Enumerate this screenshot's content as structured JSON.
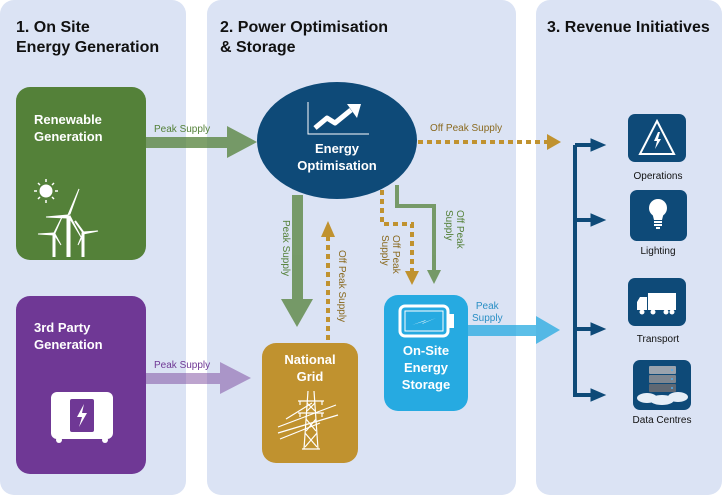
{
  "columns": [
    {
      "title": "1. On Site\nEnergy Generation"
    },
    {
      "title": "2. Power Optimisation\n& Storage"
    },
    {
      "title": "3. Revenue Initiatives"
    }
  ],
  "sources": {
    "renewable": {
      "label": "Renewable\nGeneration",
      "color": "#548139"
    },
    "third_party": {
      "label": "3rd Party\nGeneration",
      "color": "#6f3895"
    }
  },
  "hub": {
    "label": "Energy\nOptimisation",
    "color": "#0e4a78"
  },
  "national_grid": {
    "label": "National\nGrid",
    "color": "#c0922f"
  },
  "storage": {
    "label": "On-Site\nEnergy\nStorage",
    "color": "#26aae1"
  },
  "flows": {
    "renewable_to_hub": "Peak Supply",
    "thirdparty_to_grid": "Peak Supply",
    "hub_to_revenue": "Off Peak Supply",
    "hub_to_grid": "Peak Supply",
    "grid_to_hub": "Off Peak Supply",
    "hub_to_storage_dotted": "Off Peak\nSupply",
    "hub_to_storage_solid": "Off Peak\nSupply",
    "storage_to_revenue": "Peak\nSupply"
  },
  "revenue": [
    {
      "label": "Operations",
      "icon": "hazard-icon"
    },
    {
      "label": "Lighting",
      "icon": "lightbulb-icon"
    },
    {
      "label": "Transport",
      "icon": "truck-icon"
    },
    {
      "label": "Data Centres",
      "icon": "server-cloud-icon"
    }
  ]
}
